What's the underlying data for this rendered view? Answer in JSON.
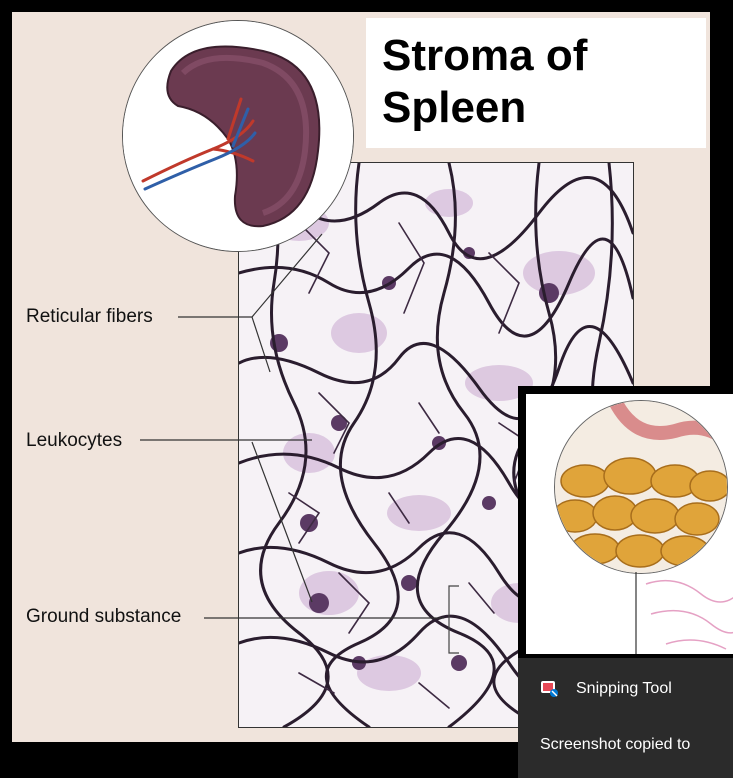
{
  "slide": {
    "title_line1": "Stroma of",
    "title_line2": "Spleen",
    "labels": {
      "reticular_fibers": "Reticular fibers",
      "leukocytes": "Leukocytes",
      "ground_substance": "Ground substance"
    },
    "colors": {
      "background": "#f0e4dc",
      "fiber": "#2a1d2e",
      "stain": "#8a5a9a"
    }
  },
  "toast": {
    "app_name": "Snipping Tool",
    "message": "Screenshot copied to",
    "icon": "snipping-tool-icon"
  }
}
